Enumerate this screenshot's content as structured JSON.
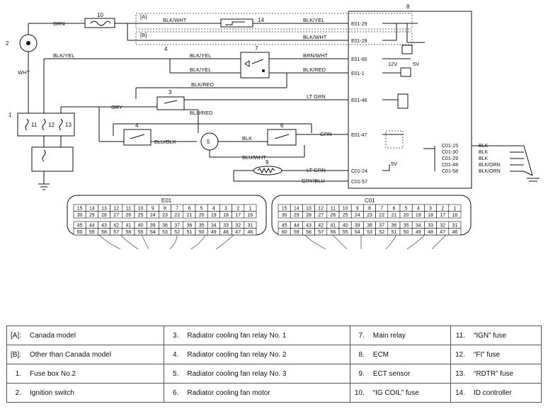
{
  "diagram": {
    "components": [
      {
        "id": "fuse10",
        "num": "10"
      },
      {
        "id": "ignition_switch",
        "num": "2"
      },
      {
        "id": "fuse_box",
        "num": "1"
      },
      {
        "id": "id_controller",
        "num": "14"
      },
      {
        "id": "main_relay",
        "num": "7"
      },
      {
        "id": "relay3",
        "num": "3"
      },
      {
        "id": "relay4",
        "num": "4"
      },
      {
        "id": "relay5",
        "num": "5"
      },
      {
        "id": "fan_motor",
        "num": "6"
      },
      {
        "id": "ect_sensor",
        "num": "9"
      },
      {
        "id": "ecm",
        "num": "8"
      }
    ],
    "fuse_labels": [
      "11",
      "12",
      "13"
    ],
    "variant_labels": [
      "[A]",
      "[B]"
    ],
    "node_label_4": "4",
    "wires": {
      "grn_top": "GRN",
      "wht": "WHT",
      "blk_wht_a": "BLK/WHT",
      "blk_yel_a": "BLK/YEL",
      "blk_wht_b": "BLK/WHT",
      "blk_yel_left": "BLK/YEL",
      "blk_yel_mr1": "BLK/YEL",
      "blk_yel_mr2": "BLK/YEL",
      "brn_wht": "BRN/WHT",
      "blk_red_ecm": "BLK/RED",
      "blk_red_mid": "BLK/RED",
      "gry": "GRY",
      "lt_grn_46": "LT GRN",
      "blu_red": "BLU/RED",
      "blu_blk": "BLU/BLK",
      "blk_motor": "BLK",
      "grn_47": "GRN",
      "blu_wht": "BLU/WHT",
      "lt_grn_24": "LT GRN",
      "gry_blu": "GRY/BLU"
    },
    "ecm_pins": [
      "E01-29",
      "E01-29",
      "E01-60",
      "E01-1",
      "E01-46",
      "E01-47",
      "C01-24",
      "C01-57"
    ],
    "ground_pins": [
      "C01-15",
      "C01-30",
      "C01-29",
      "C01-48",
      "C01-58"
    ],
    "ground_wires": [
      "BLK",
      "BLK",
      "BLK",
      "BLK/ORN",
      "BLK/ORN"
    ],
    "voltages": [
      "12V",
      "5V",
      "5V"
    ],
    "connector_e01": {
      "title": "E01",
      "rows": [
        [
          "15",
          "14",
          "13",
          "12",
          "11",
          "10",
          "9",
          "8",
          "7",
          "6",
          "5",
          "4",
          "3",
          "2",
          "1"
        ],
        [
          "30",
          "29",
          "28",
          "27",
          "26",
          "25",
          "24",
          "23",
          "22",
          "21",
          "20",
          "19",
          "18",
          "17",
          "16"
        ],
        [
          "45",
          "44",
          "43",
          "42",
          "41",
          "40",
          "39",
          "38",
          "37",
          "36",
          "35",
          "34",
          "33",
          "32",
          "31"
        ],
        [
          "60",
          "59",
          "58",
          "57",
          "56",
          "55",
          "54",
          "53",
          "52",
          "51",
          "50",
          "49",
          "48",
          "47",
          "46"
        ]
      ]
    },
    "connector_c01": {
      "title": "C01",
      "rows": [
        [
          "15",
          "14",
          "13",
          "12",
          "11",
          "10",
          "9",
          "8",
          "7",
          "6",
          "5",
          "4",
          "3",
          "2",
          "1"
        ],
        [
          "30",
          "29",
          "28",
          "27",
          "26",
          "25",
          "24",
          "23",
          "22",
          "21",
          "20",
          "19",
          "18",
          "17",
          "16"
        ],
        [
          "45",
          "44",
          "43",
          "42",
          "41",
          "40",
          "39",
          "38",
          "37",
          "36",
          "35",
          "34",
          "33",
          "32",
          "31"
        ],
        [
          "60",
          "59",
          "58",
          "57",
          "56",
          "55",
          "54",
          "53",
          "52",
          "51",
          "50",
          "49",
          "48",
          "47",
          "46"
        ]
      ]
    }
  },
  "legend": [
    [
      {
        "k": "[A]:",
        "v": "Canada model"
      },
      {
        "k": "3.",
        "v": "Radiator cooling fan relay No. 1"
      },
      {
        "k": "7.",
        "v": "Main relay"
      },
      {
        "k": "11.",
        "v": "“IGN” fuse"
      }
    ],
    [
      {
        "k": "[B]:",
        "v": "Other than Canada model"
      },
      {
        "k": "4.",
        "v": "Radiator cooling fan relay No. 2"
      },
      {
        "k": "8.",
        "v": "ECM"
      },
      {
        "k": "12.",
        "v": "“FI” fuse"
      }
    ],
    [
      {
        "k": "1.",
        "v": "Fuse box No.2"
      },
      {
        "k": "5.",
        "v": "Radiator cooling fan relay No. 3"
      },
      {
        "k": "9.",
        "v": "ECT sensor"
      },
      {
        "k": "13.",
        "v": "“RDTR” fuse"
      }
    ],
    [
      {
        "k": "2.",
        "v": "Ignition switch"
      },
      {
        "k": "6.",
        "v": "Radiator cooling fan motor"
      },
      {
        "k": "10.",
        "v": "“IG COIL” fuse"
      },
      {
        "k": "14.",
        "v": "ID controller"
      }
    ]
  ]
}
